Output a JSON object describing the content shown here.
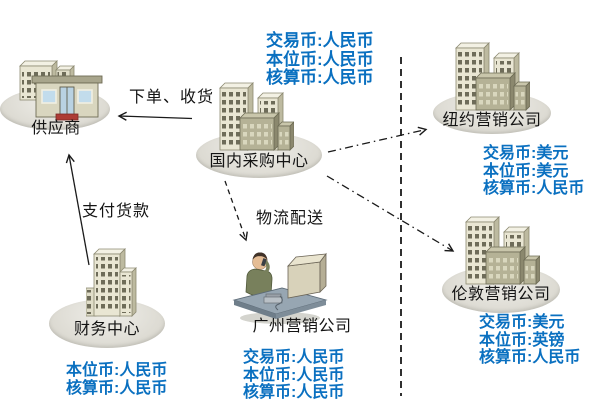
{
  "top_note": {
    "lines": [
      "交易币:人民币",
      "本位币:人民币",
      "核算币:人民币"
    ]
  },
  "nodes": {
    "supplier": {
      "label": "供应商"
    },
    "purchase_center": {
      "label": "国内采购中心"
    },
    "new_york": {
      "label": "纽约营销公司",
      "note": [
        "交易币:美元",
        "本位币:美元",
        "核算币:人民币"
      ]
    },
    "london": {
      "label": "伦敦营销公司",
      "note": [
        "交易币:美元",
        "本位币:英镑",
        "核算币:人民币"
      ]
    },
    "finance": {
      "label": "财务中心",
      "note": [
        "本位币:人民币",
        "核算币:人民币"
      ]
    },
    "guangzhou": {
      "label": "广州营销公司",
      "note": [
        "交易币:人民币",
        "本位币:人民币",
        "核算币:人民币"
      ]
    }
  },
  "edges": {
    "order": {
      "label": "下单、收货"
    },
    "payment": {
      "label": "支付货款"
    },
    "logistics": {
      "label": "物流配送"
    }
  },
  "colors": {
    "note_blue": "#0a70c0",
    "line_black": "#1a1a1a"
  }
}
